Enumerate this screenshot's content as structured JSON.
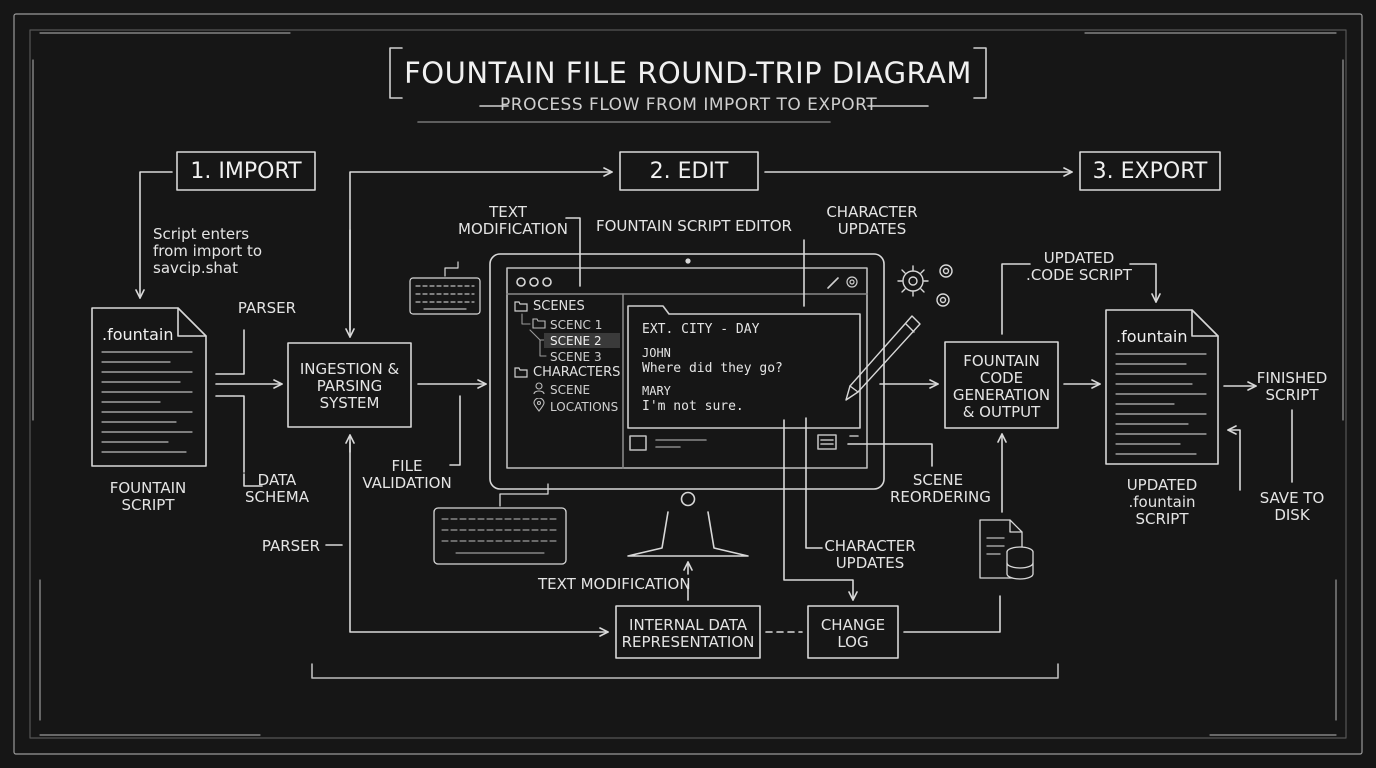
{
  "title": "FOUNTAIN FILE ROUND-TRIP DIAGRAM",
  "subtitle": "PROCESS FLOW FROM IMPORT TO EXPORT",
  "stages": {
    "import": "1. IMPORT",
    "edit": "2. EDIT",
    "export": "3. EXPORT"
  },
  "import_note": [
    "Script enters",
    "from import to",
    "savcip.shat"
  ],
  "left_doc": {
    "ext": ".fountain",
    "caption": [
      "FOUNTAIN",
      "SCRIPT"
    ]
  },
  "labels": {
    "parser_top": "PARSER",
    "data_schema": [
      "DATA",
      "SCHEMA"
    ],
    "parser_bottom": "PARSER",
    "file_validation": [
      "FILE",
      "VALIDATION"
    ],
    "text_modification_top": [
      "TEXT",
      "MODIFICATION"
    ],
    "editor_title": "FOUNTAIN SCRIPT EDITOR",
    "character_updates_top": [
      "CHARACTER",
      "UPDATES"
    ],
    "scene_reordering": [
      "SCENE",
      "REORDERING"
    ],
    "character_updates_bottom": [
      "CHARACTER",
      "UPDATES"
    ],
    "text_modification_bottom": "TEXT MODIFICATION",
    "updated_code_script": [
      "UPDATED",
      ".CODE SCRIPT"
    ],
    "finished_script": [
      "FINISHED",
      "SCRIPT"
    ],
    "save_to_disk": [
      "SAVE TO",
      "DISK"
    ]
  },
  "boxes": {
    "ingestion": [
      "INGESTION &",
      "PARSING",
      "SYSTEM"
    ],
    "generation": [
      "FOUNTAIN",
      "CODE",
      "GENERATION",
      "& OUTPUT"
    ],
    "internal": [
      "INTERNAL DATA",
      "REPRESENTATION"
    ],
    "change_log": [
      "CHANGE",
      "LOG"
    ]
  },
  "editor": {
    "tree": {
      "scenes": "SCENES",
      "scene1": "SCENC 1",
      "scene2": "SCENE 2",
      "scene3": "SCENE 3",
      "characters": "CHARACTERS",
      "scene": "SCENE",
      "locations": "LOCATIONS"
    },
    "script": {
      "heading": "EXT. CITY - DAY",
      "char1": "JOHN",
      "line1": "Where did they go?",
      "char2": "MARY",
      "line2": "I'm not sure."
    }
  },
  "right_doc": {
    "ext": ".fountain",
    "caption": [
      "UPDATED",
      ".fountain",
      "SCRIPT"
    ]
  },
  "icons": [
    "keyboard-icon",
    "gear-icon",
    "pen-icon",
    "database-icon",
    "folder-icon",
    "person-icon",
    "location-pin-icon"
  ]
}
